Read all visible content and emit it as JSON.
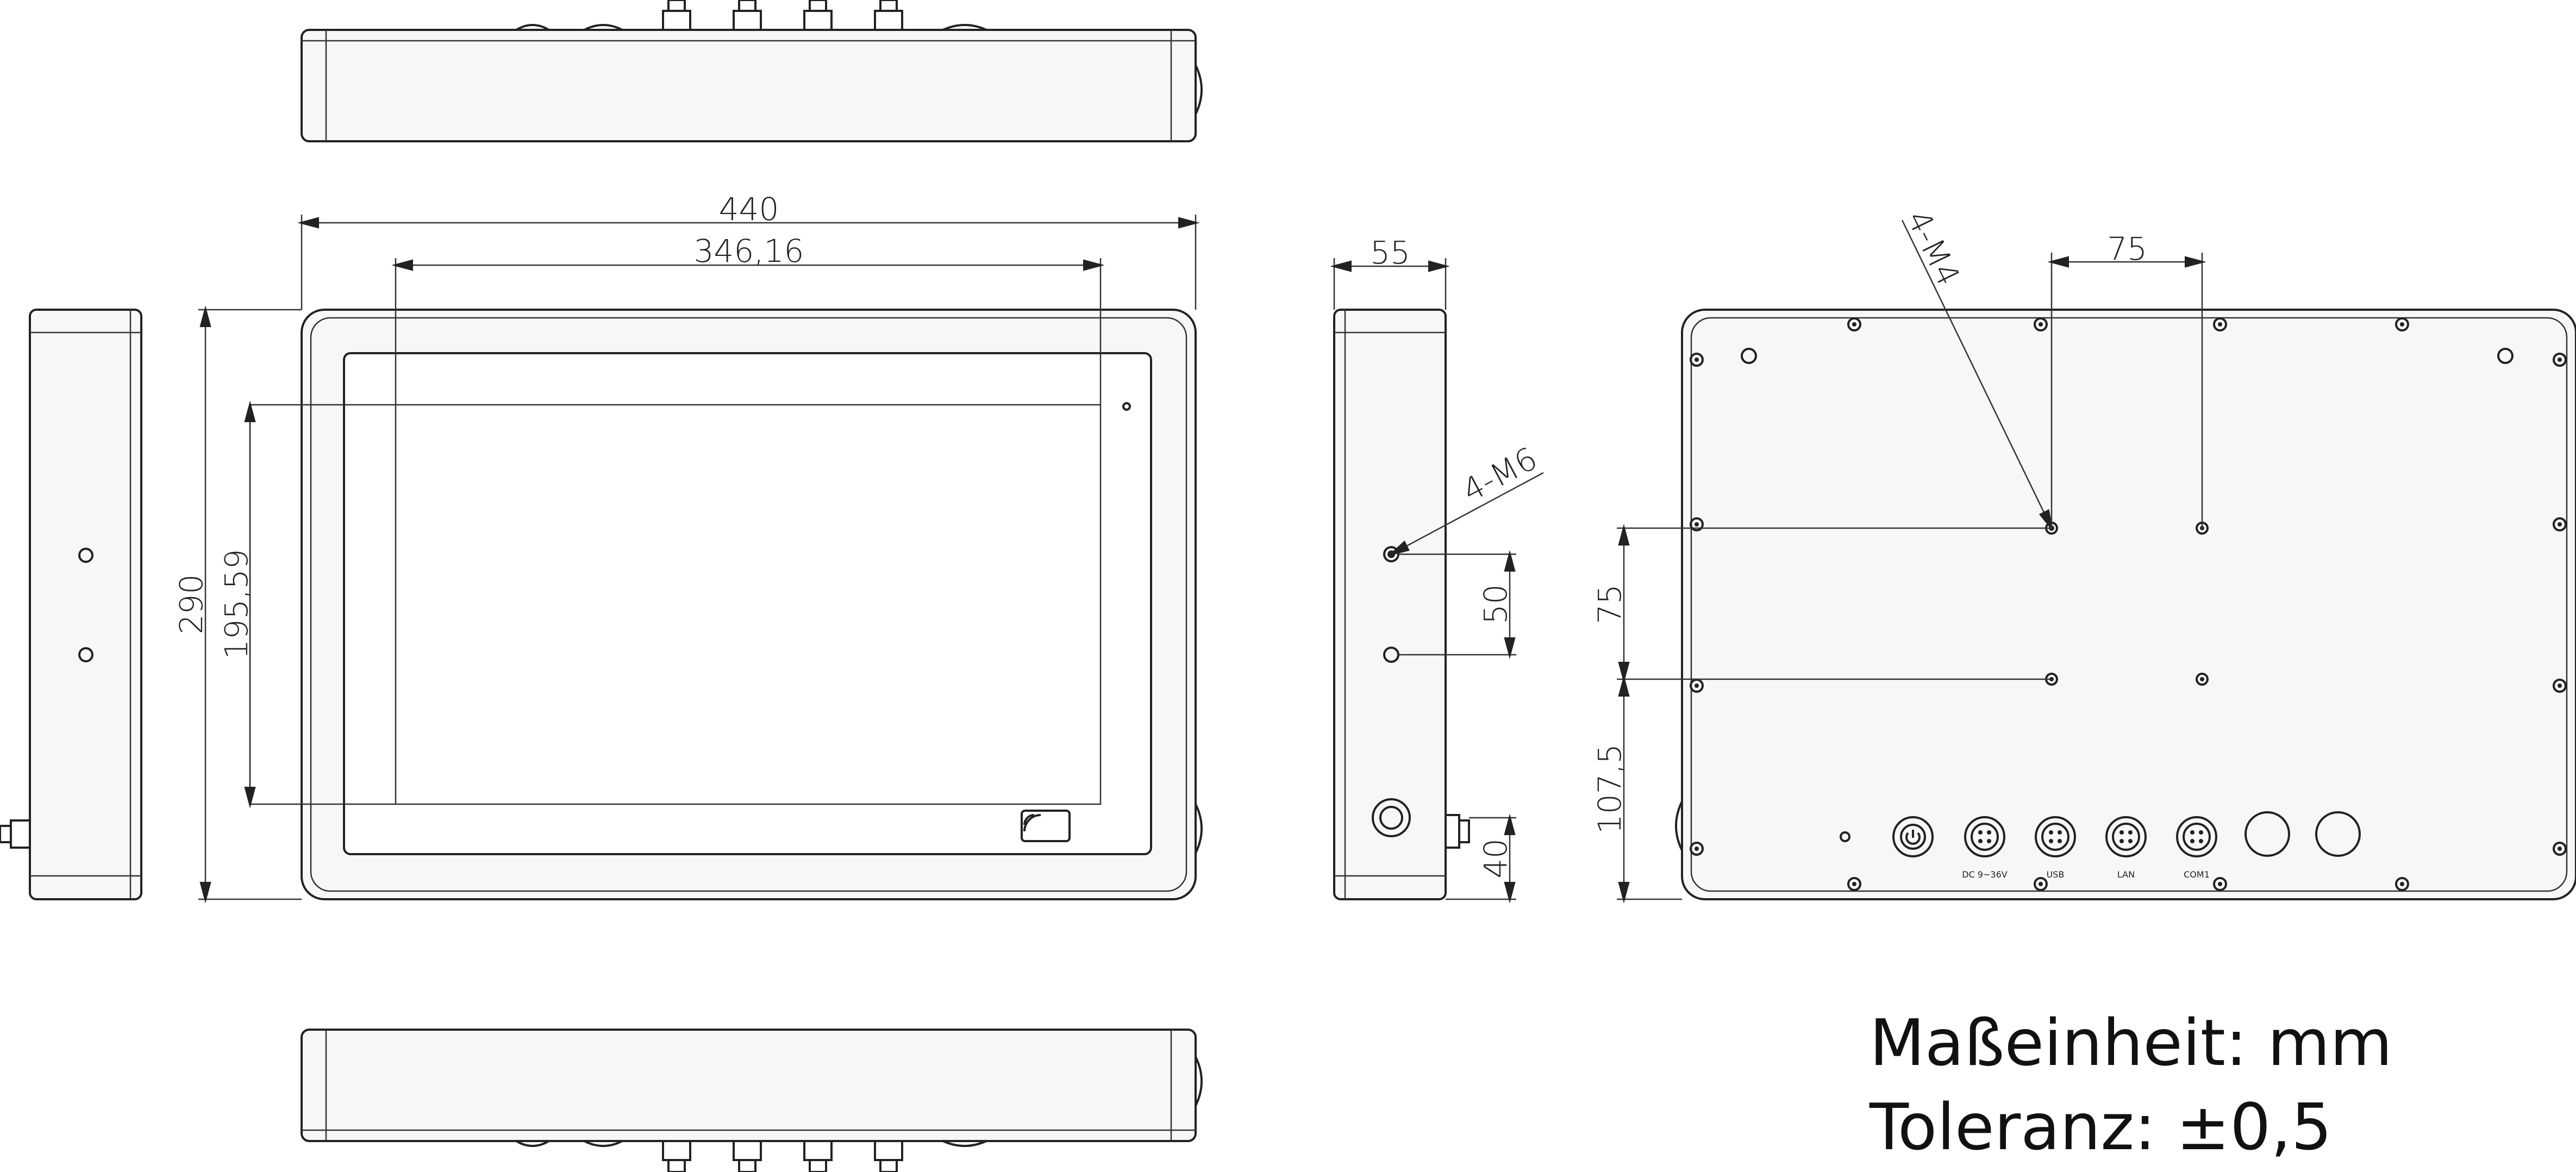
{
  "dimensions": {
    "front_width": "440",
    "screen_width": "346,16",
    "front_height": "290",
    "screen_height": "195,59",
    "side_depth": "55",
    "side_hole_spacing": "50",
    "side_connector_height": "40",
    "side_thread_callout": "4-M6",
    "rear_thread_callout": "4-M4",
    "rear_hole_spacing_h": "75",
    "rear_hole_spacing_v": "75",
    "rear_hole_offset_bottom": "107,5"
  },
  "port_labels": [
    "DC 9~36V",
    "USB",
    "LAN",
    "COM1"
  ],
  "notes": {
    "unit": "Maßeinheit: mm",
    "tolerance": "Toleranz: ±0,5"
  },
  "colors": {
    "line": "#222222",
    "background": "#ffffff"
  }
}
